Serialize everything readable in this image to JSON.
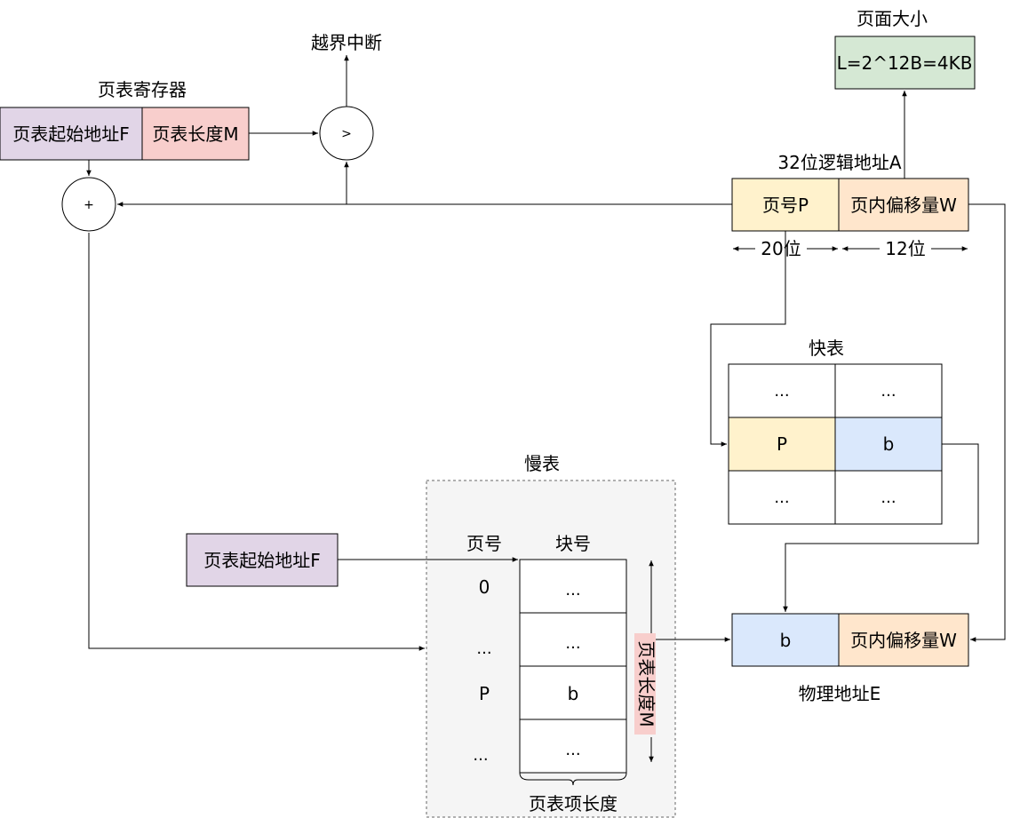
{
  "colors": {
    "purple": "#e1d5e7",
    "pink": "#f8cecc",
    "green": "#d5e8d4",
    "yellow": "#fff2cc",
    "orange": "#ffe6cc",
    "blue": "#dae8fc",
    "gray": "#f5f5f5"
  },
  "page_size": {
    "title": "页面大小",
    "value": "L=2^12B=4KB"
  },
  "page_table_register": {
    "title": "页表寄存器",
    "start_address": "页表起始地址F",
    "length": "页表长度M"
  },
  "out_of_bounds": "越界中断",
  "operators": {
    "compare": ">",
    "add": "+"
  },
  "logical_address": {
    "title": "32位逻辑地址A",
    "page_number": "页号P",
    "offset": "页内偏移量W",
    "page_bits": "20位",
    "offset_bits": "12位"
  },
  "fast_table": {
    "title": "快表",
    "rows": [
      [
        "...",
        "..."
      ],
      [
        "P",
        "b"
      ],
      [
        "...",
        "..."
      ]
    ]
  },
  "slow_table": {
    "title": "慢表",
    "col_page": "页号",
    "col_block": "块号",
    "start_address": "页表起始地址F",
    "page_values": [
      "0",
      "...",
      "P",
      "..."
    ],
    "block_values": [
      "...",
      "...",
      "b",
      "..."
    ],
    "length_label": "页表长度M",
    "entry_length": "页表项长度"
  },
  "physical_address": {
    "title": "物理地址E",
    "block": "b",
    "offset": "页内偏移量W"
  }
}
